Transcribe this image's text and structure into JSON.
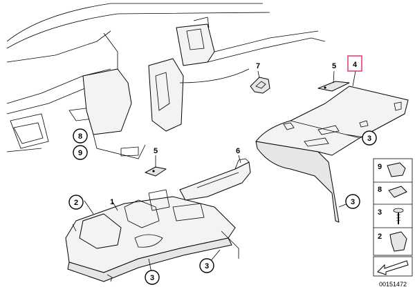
{
  "callouts": [
    {
      "id": "c7",
      "label": "7"
    },
    {
      "id": "c5a",
      "label": "5"
    },
    {
      "id": "c4",
      "label": "4",
      "highlight": "#e0407a"
    },
    {
      "id": "c8",
      "label": "8"
    },
    {
      "id": "c9",
      "label": "9"
    },
    {
      "id": "c5b",
      "label": "5"
    },
    {
      "id": "c6",
      "label": "6"
    },
    {
      "id": "c1",
      "label": "1"
    },
    {
      "id": "c2",
      "label": "2"
    },
    {
      "id": "c3a",
      "label": "3"
    },
    {
      "id": "c3b",
      "label": "3"
    },
    {
      "id": "c3c",
      "label": "3"
    },
    {
      "id": "c3d",
      "label": "3"
    }
  ],
  "legend": [
    {
      "label": "9"
    },
    {
      "label": "8"
    },
    {
      "label": "3"
    },
    {
      "label": "2"
    }
  ],
  "doc_number": "00151472"
}
